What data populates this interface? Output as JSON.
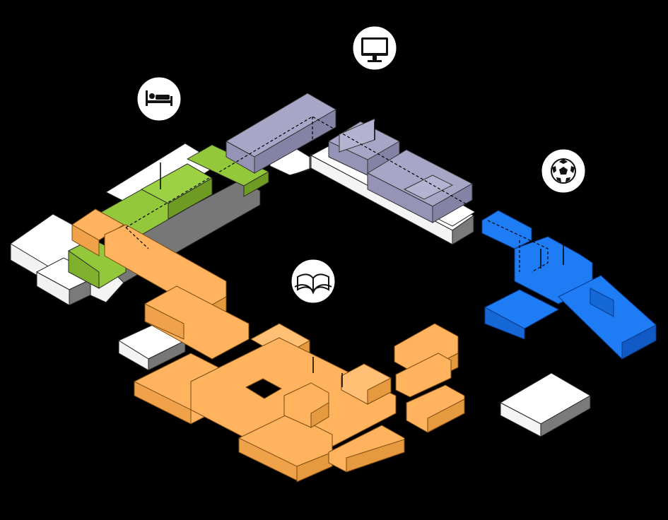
{
  "diagram": {
    "background": "#000000",
    "zones": [
      {
        "id": "sleep",
        "color": "#92C83A",
        "icon": "bed-icon"
      },
      {
        "id": "media",
        "color": "#A7A6C6",
        "icon": "monitor-icon"
      },
      {
        "id": "sport",
        "color": "#1E7CF5",
        "icon": "soccer-ball-icon"
      },
      {
        "id": "study",
        "color": "#FFB35E",
        "icon": "open-book-icon"
      }
    ],
    "neutral_color": "#FFFFFF",
    "link_style": "dashed"
  }
}
